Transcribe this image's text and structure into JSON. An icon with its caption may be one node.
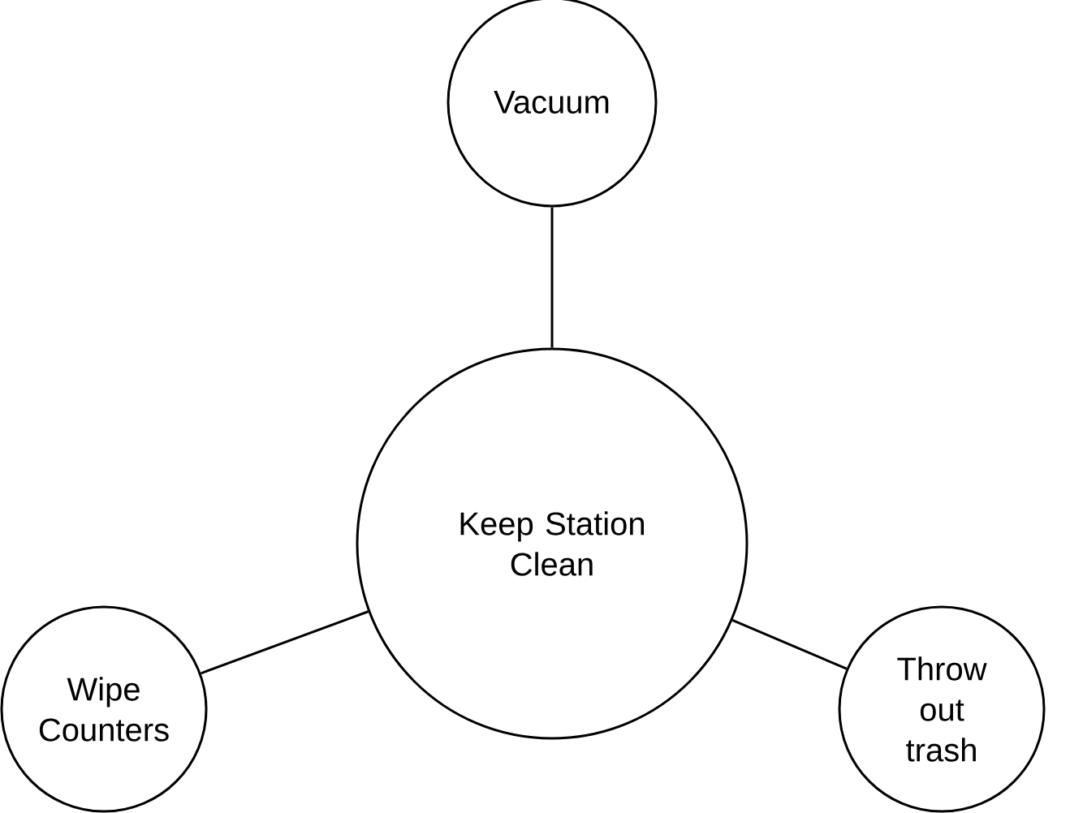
{
  "diagram": {
    "nodes": [
      {
        "text": [
          "Vacuum"
        ]
      },
      {
        "text": [
          "Keep Station Clean"
        ]
      },
      {
        "text": [
          "Wipe Counters"
        ]
      },
      {
        "text": [
          "Throw out trash"
        ]
      }
    ],
    "edges": [
      {
        "from": 0,
        "to": 1,
        "arrow": "none"
      },
      {
        "from": 2,
        "to": 1,
        "arrow": "none"
      },
      {
        "from": 3,
        "to": 1,
        "arrow": "none"
      }
    ]
  }
}
